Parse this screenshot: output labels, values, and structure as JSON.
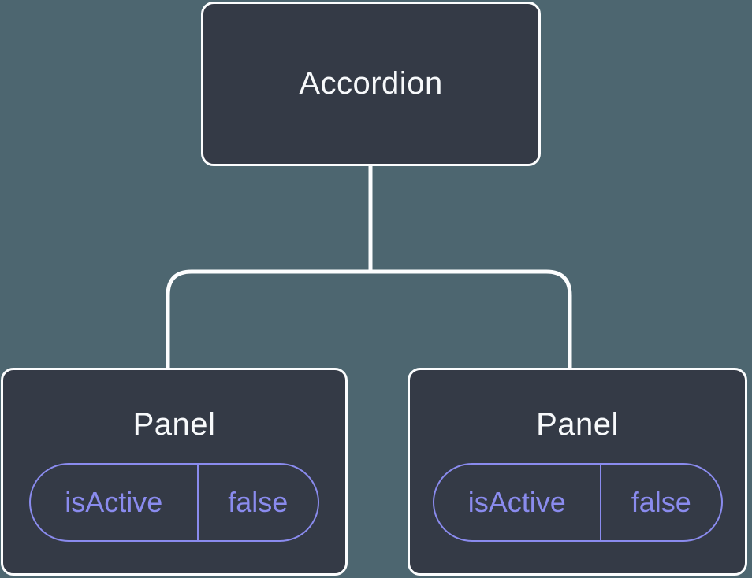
{
  "diagram": {
    "root_label": "Accordion",
    "panels": [
      {
        "title": "Panel",
        "state_name": "isActive",
        "state_value": "false"
      },
      {
        "title": "Panel",
        "state_name": "isActive",
        "state_value": "false"
      }
    ],
    "colors": {
      "background": "#4D6670",
      "node_fill": "#343A46",
      "node_border": "#FCFDFE",
      "node_text": "#F7F9FB",
      "accent_purple": "#8A8BEE",
      "connector": "#FCFDFE"
    }
  }
}
